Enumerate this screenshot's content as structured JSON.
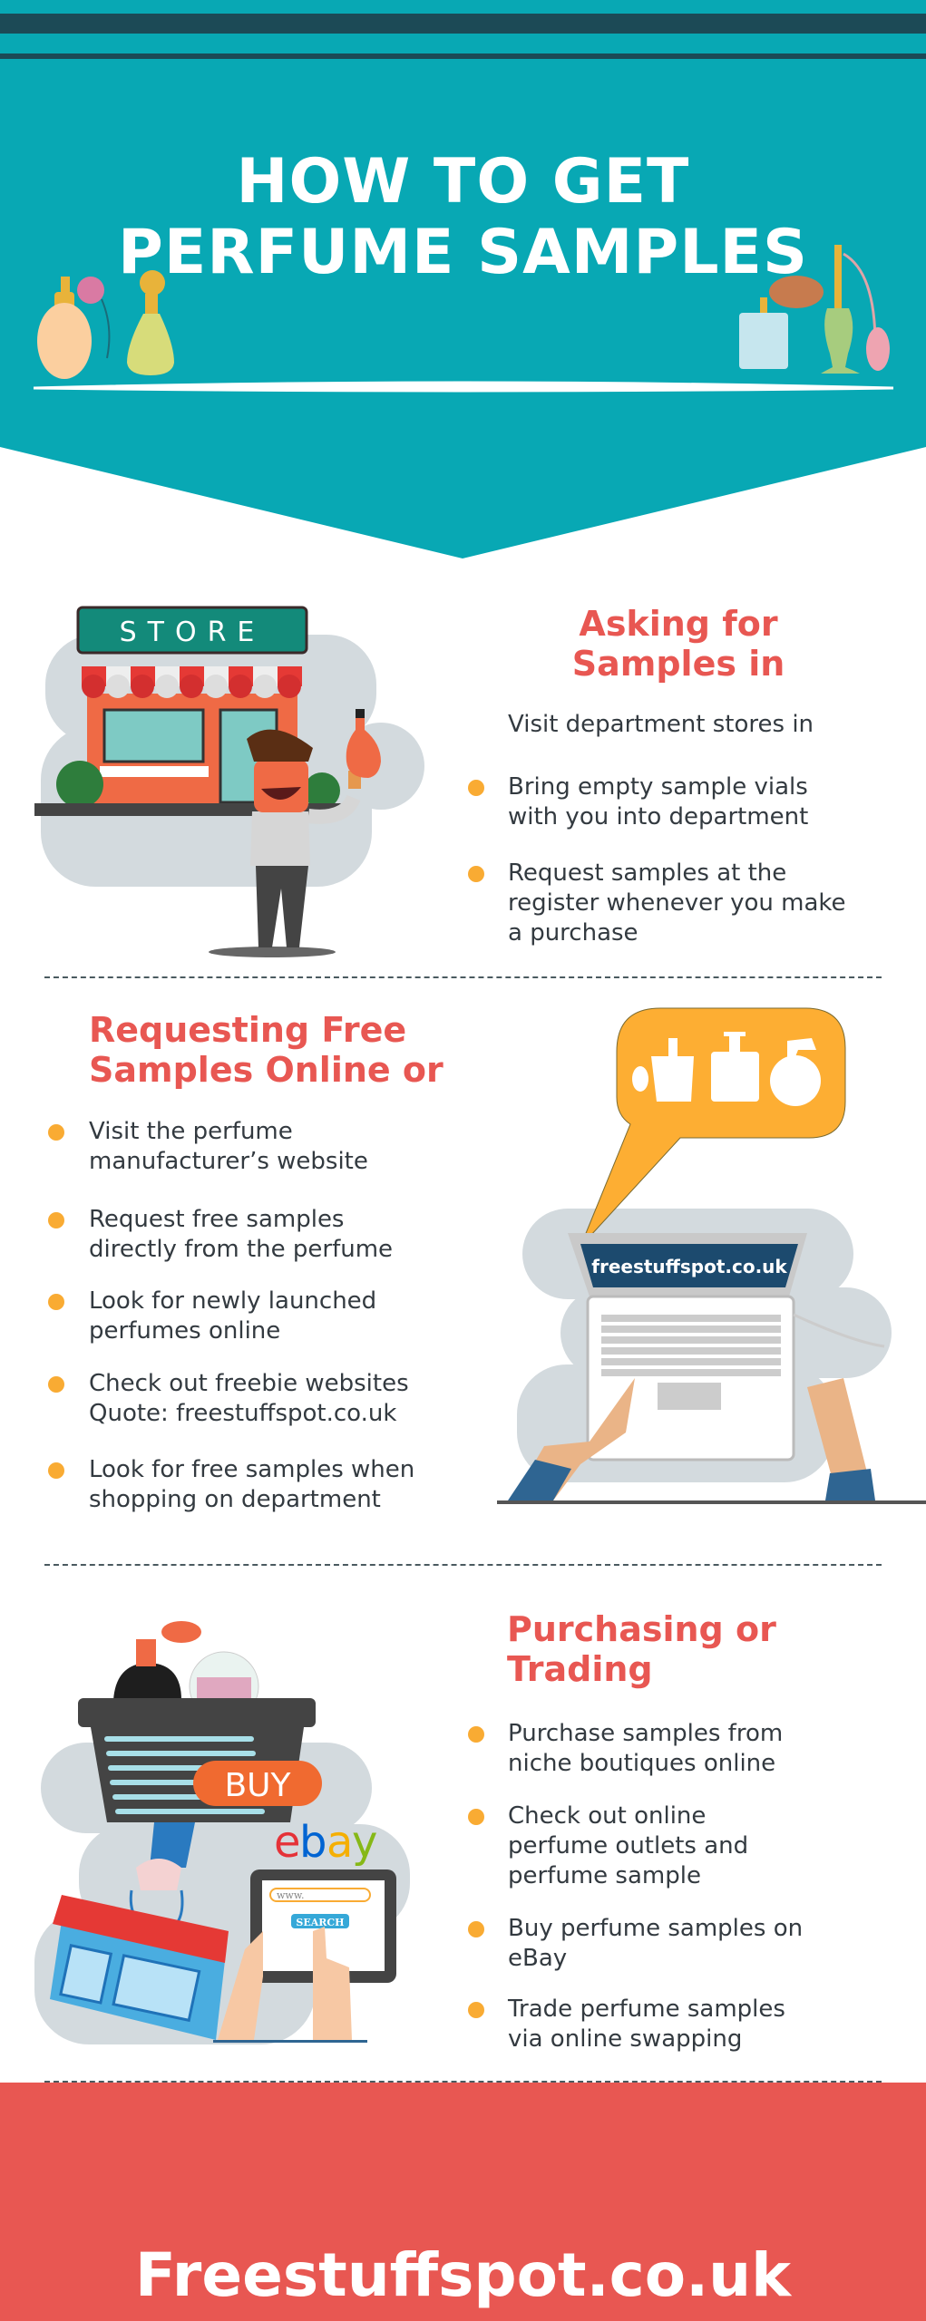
{
  "header": {
    "title_line1": "HOW TO GET",
    "title_line2": "PERFUME SAMPLES"
  },
  "sections": [
    {
      "heading_line1": "Asking for",
      "heading_line2": "Samples in",
      "items": [
        {
          "line1": "Visit department stores in",
          "bullet": false
        },
        {
          "line1": "Bring empty sample vials",
          "line2": "with you into department",
          "bullet": true
        },
        {
          "line1": "Request samples at the",
          "line2": "register whenever you make",
          "line3": "a purchase",
          "bullet": true
        }
      ],
      "illustration": {
        "sign": "STORE"
      }
    },
    {
      "heading_line1": "Requesting Free",
      "heading_line2": "Samples Online or",
      "items": [
        {
          "line1": "Visit the perfume",
          "line2": "manufacturer’s website"
        },
        {
          "line1": "Request free samples",
          "line2": "directly from the perfume"
        },
        {
          "line1": "Look for newly launched",
          "line2": "perfumes online"
        },
        {
          "line1": "Check out freebie websites",
          "line2": "Quote: freestuffspot.co.uk"
        },
        {
          "line1": "Look for free samples when",
          "line2": "shopping on department"
        }
      ],
      "illustration": {
        "screen_text": "freestuffspot.co.uk"
      }
    },
    {
      "heading_line1": "Purchasing or",
      "heading_line2": "Trading",
      "items": [
        {
          "line1": "Purchase samples from",
          "line2": "niche boutiques online"
        },
        {
          "line1": "Check out online",
          "line2": "perfume outlets and",
          "line3": "perfume sample"
        },
        {
          "line1": "Buy perfume samples on",
          "line2": "eBay"
        },
        {
          "line1": "Trade perfume samples",
          "line2": "via online swapping"
        }
      ],
      "illustration": {
        "buy_label": "BUY",
        "ebay_e": "e",
        "ebay_b": "b",
        "ebay_a": "a",
        "ebay_y": "y",
        "url_placeholder": "www.",
        "search_label": "SEARCH"
      }
    }
  ],
  "footer": {
    "site": "Freestuffspot.co.uk"
  },
  "colors": {
    "teal": "#08a8b4",
    "dark_teal": "#1c4a56",
    "accent_red": "#e85752",
    "bullet": "#f9ab33",
    "text": "#333a40"
  }
}
